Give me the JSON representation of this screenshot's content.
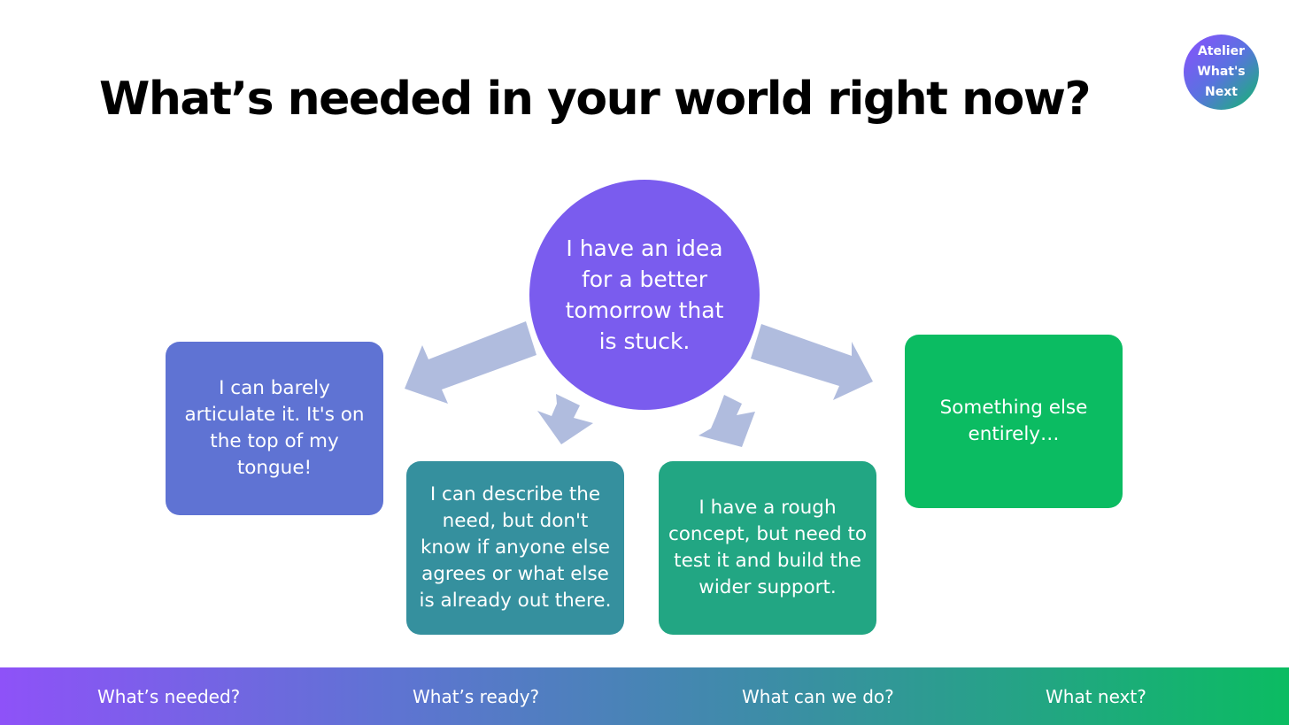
{
  "slide": {
    "title": "What’s needed in your world right now?"
  },
  "logo": {
    "text": "Atelier\nWhat's\nNext"
  },
  "diagram": {
    "center": "I have an idea for a better tomorrow that is stuck.",
    "options": [
      "I can barely articulate it. It's on the top of my tongue!",
      "I can describe the need, but don't know if anyone else agrees or what else is already out there.",
      "I have a rough concept, but need to test it and build the wider support.",
      "Something else entirely…"
    ]
  },
  "nav": {
    "items": [
      "What’s needed?",
      "What’s ready?",
      "What can we do?",
      "What next?"
    ]
  },
  "colors": {
    "center": "#7a5cee",
    "option_1": "#5f73d3",
    "option_2": "#35909e",
    "option_3": "#22a683",
    "option_4": "#0bbc62",
    "arrow": "#b0bcde"
  }
}
